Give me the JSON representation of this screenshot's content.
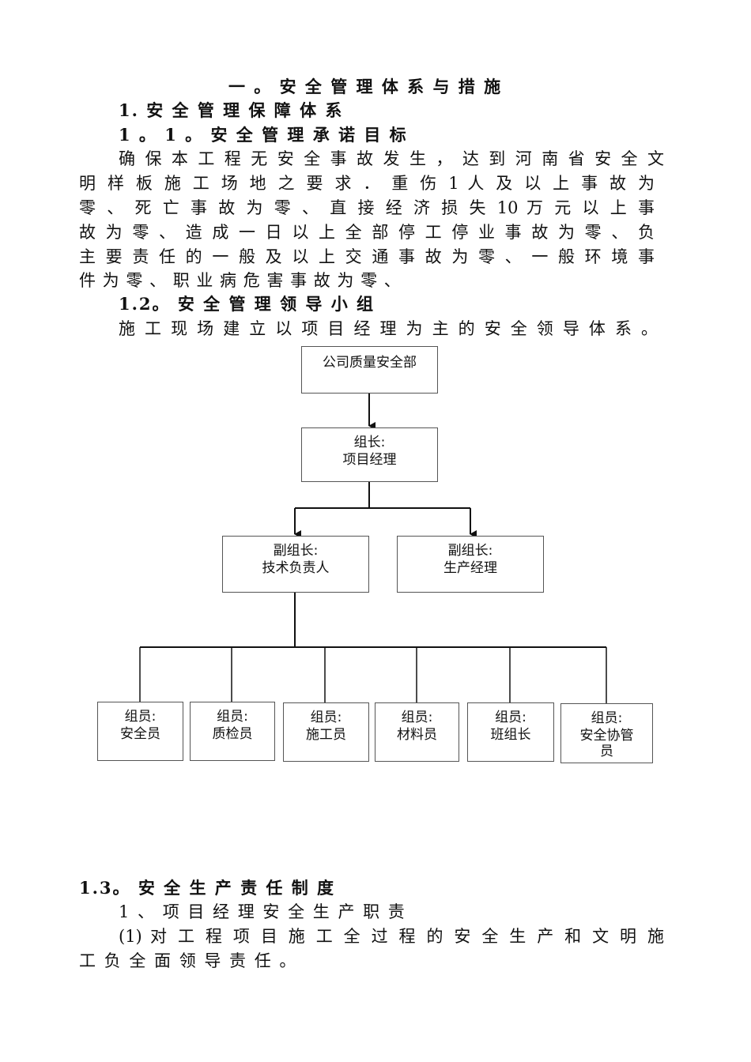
{
  "heading": "一 。 安 全 管 理 体 系 与 措 施",
  "section_1": "1. 安 全 管 理 保 障 体 系",
  "section_1_1": "1 。 1 。 安 全 管 理 承 诺 目 标",
  "para_1": [
    "确 保 本 工 程 无 安 全 事 故 发 生 ， 达 到 河 南 省 安 全 文",
    "明 样 板 施 工 场 地 之 要 求 ． 重 伤 1 人 及 以 上 事 故 为",
    "零 、 死 亡 事 故 为 零 、 直 接 经 济 损 失 10 万 元 以 上 事",
    "故 为 零 、 造 成 一 日 以 上 全 部 停 工 停 业 事 故 为 零 、 负",
    "主 要 责 任 的 一 般 及 以 上 交 通 事 故 为 零 、 一 般 环 境 事",
    "件 为 零 、 职 业 病 危 害 事 故 为 零 、"
  ],
  "section_1_2": "1.2。 安 全 管 理 领 导 小 组",
  "para_2": "施 工 现 场 建 立 以 项 目 经 理 为 主 的 安 全 领 导 体 系 。",
  "org": {
    "top": "公司质量安全部",
    "leader": [
      "组长:",
      "项目经理"
    ],
    "deputy_left": [
      "副组长:",
      "技术负责人"
    ],
    "deputy_right": [
      "副组长:",
      "生产经理"
    ],
    "members": [
      [
        "组员:",
        "安全员"
      ],
      [
        "组员:",
        "质检员"
      ],
      [
        "组员:",
        "施工员"
      ],
      [
        "组员:",
        "材料员"
      ],
      [
        "组员:",
        "班组长"
      ],
      [
        "组员:",
        "安全协管",
        "员"
      ]
    ]
  },
  "section_1_3": "1.3。 安 全 生 产 责 任 制 度",
  "item_1": "1 、 项 目 经 理 安 全 生 产 职 责",
  "para_3": [
    "(1) 对 工 程 项 目 施 工 全 过 程 的 安 全 生 产 和 文 明 施",
    "工 负 全 面 领 导 责 任 。"
  ]
}
